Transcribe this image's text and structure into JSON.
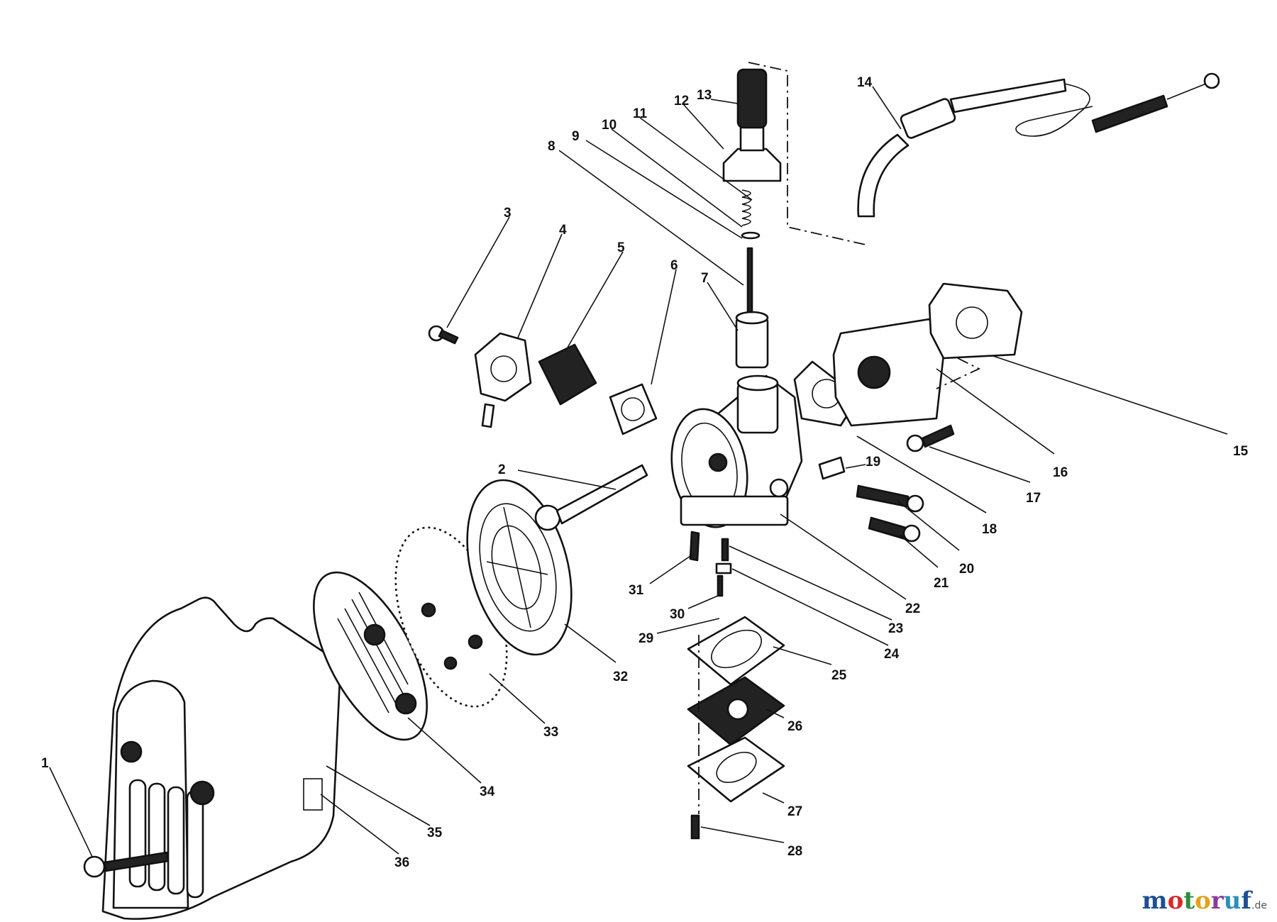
{
  "diagram": {
    "part_labels": [
      "1",
      "2",
      "3",
      "4",
      "5",
      "6",
      "7",
      "8",
      "9",
      "10",
      "11",
      "12",
      "13",
      "14",
      "15",
      "16",
      "17",
      "18",
      "19",
      "20",
      "21",
      "22",
      "23",
      "24",
      "25",
      "26",
      "27",
      "28",
      "29",
      "30",
      "31",
      "32",
      "33",
      "34",
      "35",
      "36"
    ]
  },
  "watermark": {
    "letters": [
      "m",
      "o",
      "t",
      "o",
      "r",
      "u",
      "f"
    ],
    "tld": ".de"
  },
  "colors": {
    "ink": "#111111",
    "background": "#ffffff"
  }
}
